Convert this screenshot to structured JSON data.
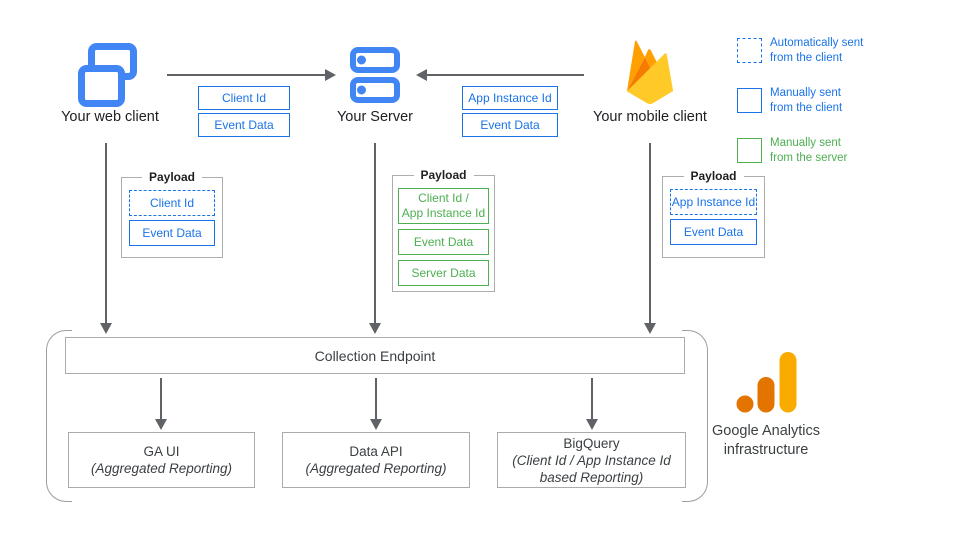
{
  "nodes": {
    "web_client": {
      "label": "Your web client",
      "icon": "browser-windows-icon"
    },
    "server": {
      "label": "Your Server",
      "icon": "server-stack-icon"
    },
    "mobile_client": {
      "label": "Your mobile client",
      "icon": "firebase-flame-icon"
    }
  },
  "flows": {
    "web_to_server": {
      "labels": [
        "Client Id",
        "Event Data"
      ]
    },
    "mobile_to_server": {
      "labels": [
        "App Instance Id",
        "Event Data"
      ]
    }
  },
  "legend": {
    "items": [
      {
        "swatch": "dashed-blue",
        "label": "Automatically sent\nfrom the client"
      },
      {
        "swatch": "solid-blue",
        "label": "Manually sent\nfrom the client"
      },
      {
        "swatch": "green",
        "label": "Manually sent\nfrom the server"
      }
    ]
  },
  "payloads": [
    {
      "title": "Payload",
      "items": [
        {
          "label": "Client Id",
          "style": "dashed-blue"
        },
        {
          "label": "Event Data",
          "style": "solid-blue"
        }
      ]
    },
    {
      "title": "Payload",
      "items": [
        {
          "label": "Client Id /\nApp Instance Id",
          "style": "green"
        },
        {
          "label": "Event Data",
          "style": "green"
        },
        {
          "label": "Server Data",
          "style": "green"
        }
      ]
    },
    {
      "title": "Payload",
      "items": [
        {
          "label": "App Instance Id",
          "style": "dashed-blue"
        },
        {
          "label": "Event Data",
          "style": "solid-blue"
        }
      ]
    }
  ],
  "infrastructure": {
    "endpoint_label": "Collection Endpoint",
    "outputs": [
      {
        "title": "GA UI",
        "subtitle": "(Aggregated Reporting)"
      },
      {
        "title": "Data API",
        "subtitle": "(Aggregated Reporting)"
      },
      {
        "title": "BigQuery",
        "subtitle": "(Client Id / App Instance Id based Reporting)"
      }
    ],
    "caption": "Google Analytics\ninfrastructure",
    "logo": "google-analytics-logo"
  },
  "colors": {
    "blue": "#1A73E8",
    "green": "#4CAF50",
    "icon_blue": "#4285F4",
    "arrow_gray": "#5F6368",
    "box_border_gray": "#ABABAB",
    "firebase_amber": "#FFA000",
    "firebase_orange": "#F57C00",
    "firebase_yellow": "#FFCA28",
    "ga_orange": "#E37400",
    "ga_amber": "#F9AB00"
  }
}
